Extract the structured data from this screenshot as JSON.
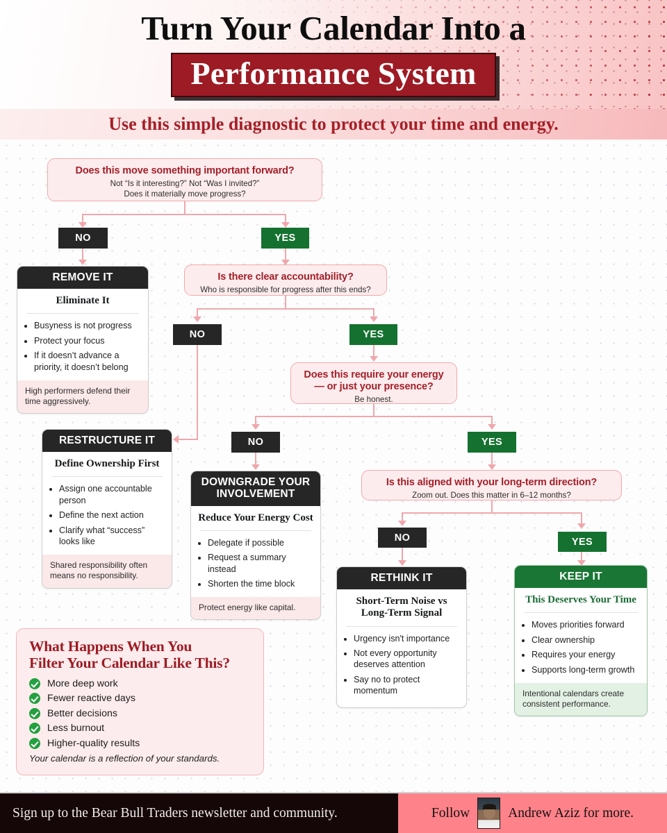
{
  "header": {
    "title_line1": "Turn Your Calendar Into a",
    "title_line2": "Performance System",
    "subtitle": "Use this simple diagnostic to protect your time and energy.",
    "brand_red": "#9d1b24",
    "accent_green": "#15712f",
    "connector_pink": "#f0a7ac"
  },
  "flow": {
    "questions": [
      {
        "id": "q1",
        "title": "Does this move something important forward?",
        "sub_line1": "Not “Is it interesting?” Not “Was I invited?”",
        "sub_line2": "Does it materially move progress?"
      },
      {
        "id": "q2",
        "title": "Is there clear accountability?",
        "sub_line1": "Who is responsible for progress after this ends?",
        "sub_line2": ""
      },
      {
        "id": "q3",
        "title_line1": "Does this require your energy",
        "title_line2": "— or just your presence?",
        "sub_line1": "Be honest.",
        "sub_line2": ""
      },
      {
        "id": "q4",
        "title": "Is this aligned with your long-term direction?",
        "sub_line1": "Zoom out. Does this matter in 6–12 months?",
        "sub_line2": ""
      }
    ],
    "labels": {
      "no": "NO",
      "yes": "YES"
    }
  },
  "cards": [
    {
      "id": "remove",
      "head": "REMOVE IT",
      "subhead": "Eliminate It",
      "bullets": [
        "Busyness is not progress",
        "Protect your focus",
        "If it doesn’t advance a priority, it doesn’t belong"
      ],
      "foot": "High performers defend their time aggressively."
    },
    {
      "id": "restructure",
      "head": "RESTRUCTURE IT",
      "subhead": "Define Ownership First",
      "bullets": [
        "Assign one accountable person",
        "Define the next action",
        "Clarify what “success” looks like"
      ],
      "foot": "Shared responsibility often means no responsibility."
    },
    {
      "id": "downgrade",
      "head_line1": "DOWNGRADE YOUR",
      "head_line2": "INVOLVEMENT",
      "subhead": "Reduce Your Energy Cost",
      "bullets": [
        "Delegate if possible",
        "Request a summary instead",
        "Shorten the time block"
      ],
      "foot": "Protect energy like capital."
    },
    {
      "id": "rethink",
      "head": "RETHINK IT",
      "subhead_line1": "Short-Term Noise vs",
      "subhead_line2": "Long-Term Signal",
      "bullets": [
        "Urgency isn't importance",
        "Not every opportunity deserves attention",
        "Say no to protect momentum"
      ],
      "foot": ""
    },
    {
      "id": "keep",
      "head": "KEEP IT",
      "subhead": "This Deserves Your Time",
      "bullets": [
        "Moves priorities forward",
        "Clear ownership",
        "Requires your energy",
        "Supports long-term growth"
      ],
      "foot": "Intentional calendars create consistent performance."
    }
  ],
  "summary": {
    "title_line1": "What Happens When You",
    "title_line2": "Filter Your Calendar Like This?",
    "items": [
      "More deep work",
      "Fewer reactive days",
      "Better decisions",
      "Less burnout",
      "Higher-quality results"
    ],
    "foot": "Your calendar is a reflection of your standards."
  },
  "footer": {
    "left_text": "Sign up to the Bear Bull Traders newsletter and community.",
    "follow_label": "Follow",
    "person_text": "Andrew Aziz for more."
  }
}
